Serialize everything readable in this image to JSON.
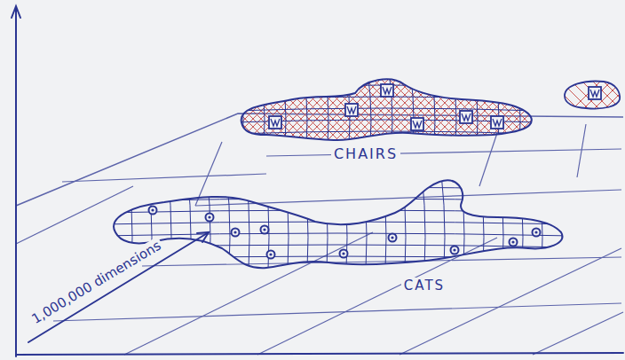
{
  "diagram": {
    "nodes": [
      {
        "text": [
          "CHAIRS"
        ]
      },
      {
        "text": [
          "CATS"
        ]
      }
    ],
    "labels": [
      "1,000,000 dimensions"
    ]
  }
}
